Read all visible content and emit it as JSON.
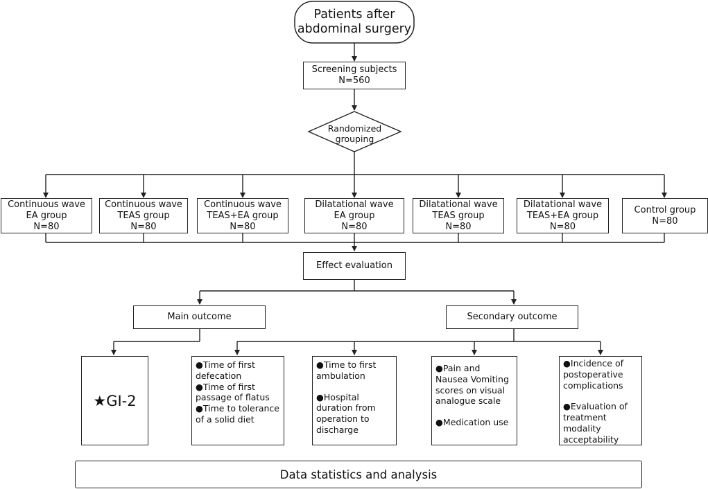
{
  "start": {
    "line1": "Patients after",
    "line2": "abdominal surgery"
  },
  "screening": {
    "line1": "Screening subjects",
    "line2": "N=560"
  },
  "randomized": {
    "line1": "Randomized",
    "line2": "grouping"
  },
  "groups": [
    {
      "line1": "Continuous wave",
      "line2": "EA group",
      "line3": "N=80"
    },
    {
      "line1": "Continuous wave",
      "line2": "TEAS group",
      "line3": "N=80"
    },
    {
      "line1": "Continuous wave",
      "line2": "TEAS+EA group",
      "line3": "N=80"
    },
    {
      "line1": "Dilatational wave",
      "line2": "EA group",
      "line3": "N=80"
    },
    {
      "line1": "Dilatational wave",
      "line2": "TEAS group",
      "line3": "N=80"
    },
    {
      "line1": "Dilatational wave",
      "line2": "TEAS+EA group",
      "line3": "N=80"
    },
    {
      "line1": "Control group",
      "line2": "N=80"
    }
  ],
  "effect_evaluation": "Effect evaluation",
  "main_outcome": "Main outcome",
  "secondary_outcome": "Secondary outcome",
  "gi2": "★GI-2",
  "defecation_box": {
    "l1": "●Time of  first",
    "l2": "defecation",
    "l3": "●Time of first",
    "l4": "passage of flatus",
    "l5": "●Time to tolerance",
    "l6": "of a solid diet"
  },
  "ambulation_box": {
    "l1": "●Time to first",
    "l2": "ambulation",
    "l3": "●Hospital",
    "l4": "duration from",
    "l5": "operation to",
    "l6": "discharge"
  },
  "pain_box": {
    "l1": "●Pain and",
    "l2": "Nausea Vomiting",
    "l3": "scores on visual",
    "l4": "analogue scale",
    "l5": "●Medication use"
  },
  "complications_box": {
    "l1": "●Incidence of",
    "l2": "postoperative",
    "l3": "complications",
    "l4": "●Evaluation of",
    "l5": "treatment",
    "l6": "modality",
    "l7": "acceptability"
  },
  "data_analysis": "Data statistics and analysis"
}
